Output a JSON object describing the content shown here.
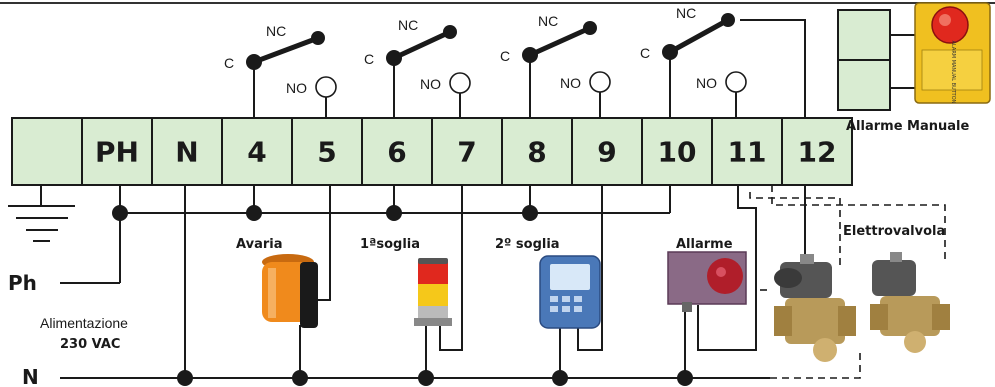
{
  "terminals": [
    "",
    "PH",
    "N",
    "4",
    "5",
    "6",
    "7",
    "8",
    "9",
    "10",
    "11",
    "12"
  ],
  "relays": [
    {
      "nc": "NC",
      "c": "C",
      "no": "NO"
    },
    {
      "nc": "NC",
      "c": "C",
      "no": "NO"
    },
    {
      "nc": "NC",
      "c": "C",
      "no": "NO"
    },
    {
      "nc": "NC",
      "c": "C",
      "no": "NO"
    }
  ],
  "labels": {
    "avaria": "Avaria",
    "soglia1": "1ªsoglia",
    "soglia2": "2º soglia",
    "allarme": "Allarme",
    "elettrovalvola": "Elettrovalvola",
    "allarme_manuale": "Allarme Manuale",
    "ph": "Ph",
    "n": "N",
    "alimentazione": "Alimentazione",
    "voltage": "230 VAC",
    "button_text": "ALARM MANUAL BUTTON"
  },
  "colors": {
    "terminal_fill": "#d9ecd2",
    "beacon_orange": "#f08a1c",
    "stack_red": "#e0281e",
    "stack_yellow": "#f5c81a",
    "panel_blue": "#4a78b8",
    "siren_purple": "#8a6a86",
    "valve_brass": "#b89a5a",
    "button_yellow": "#f0c020"
  }
}
